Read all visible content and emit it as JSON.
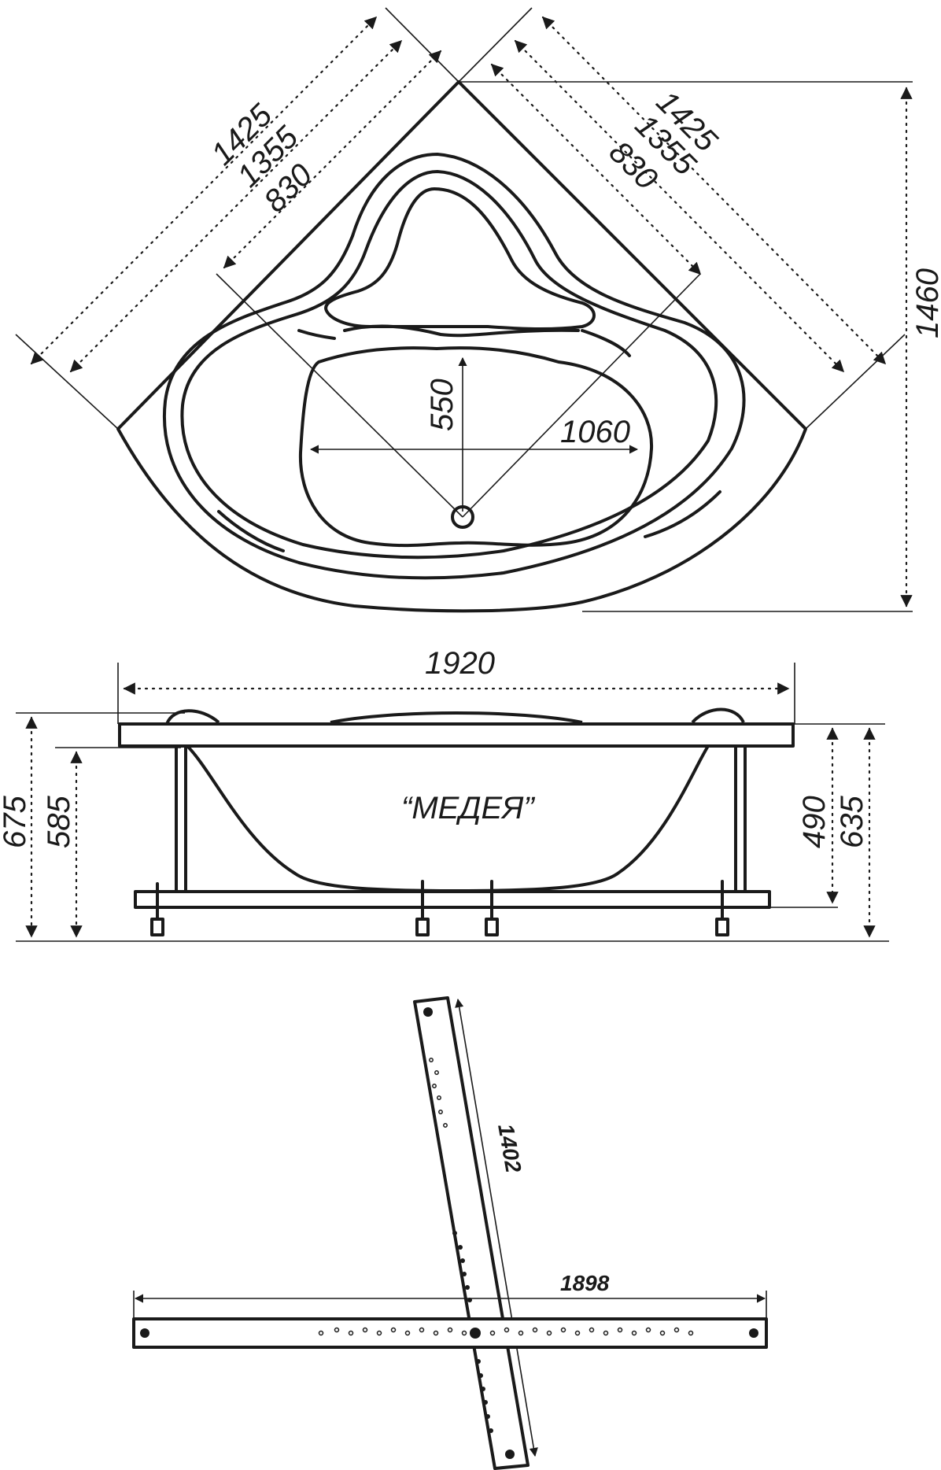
{
  "top_view": {
    "dims": {
      "left_outer": "1425",
      "left_mid": "1355",
      "left_inner": "830",
      "right_outer": "1425",
      "right_mid": "1355",
      "right_inner": "830",
      "depth": "1460",
      "bowl_width": "1060",
      "bowl_depth": "550"
    }
  },
  "side_view": {
    "model_name": "“МЕДЕЯ”",
    "dims": {
      "width": "1920",
      "height_total": "675",
      "height_bowl": "585",
      "height_inner": "490",
      "height_frame": "635"
    }
  },
  "frame_view": {
    "dims": {
      "diagonal_beam": "1402",
      "cross_beam": "1898"
    }
  }
}
